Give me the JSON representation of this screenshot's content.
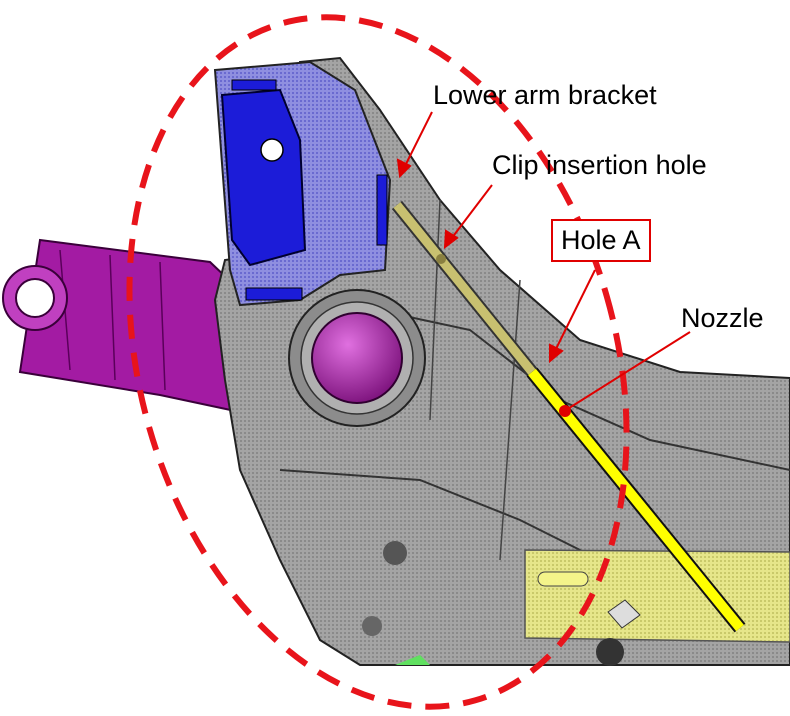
{
  "figure": {
    "labels": {
      "lower_arm_bracket": "Lower arm bracket",
      "clip_insertion_hole": "Clip insertion hole",
      "hole_a": "Hole A",
      "nozzle": "Nozzle"
    },
    "colors": {
      "highlight_ellipse": "#e8141b",
      "arrow": "#e00000",
      "nozzle_rod": "#ffff00",
      "clip_hole_rod": "#c8c070",
      "bracket": "#1a1ad0",
      "arm": "#a01aa0",
      "body": "#9a9a9a"
    }
  }
}
